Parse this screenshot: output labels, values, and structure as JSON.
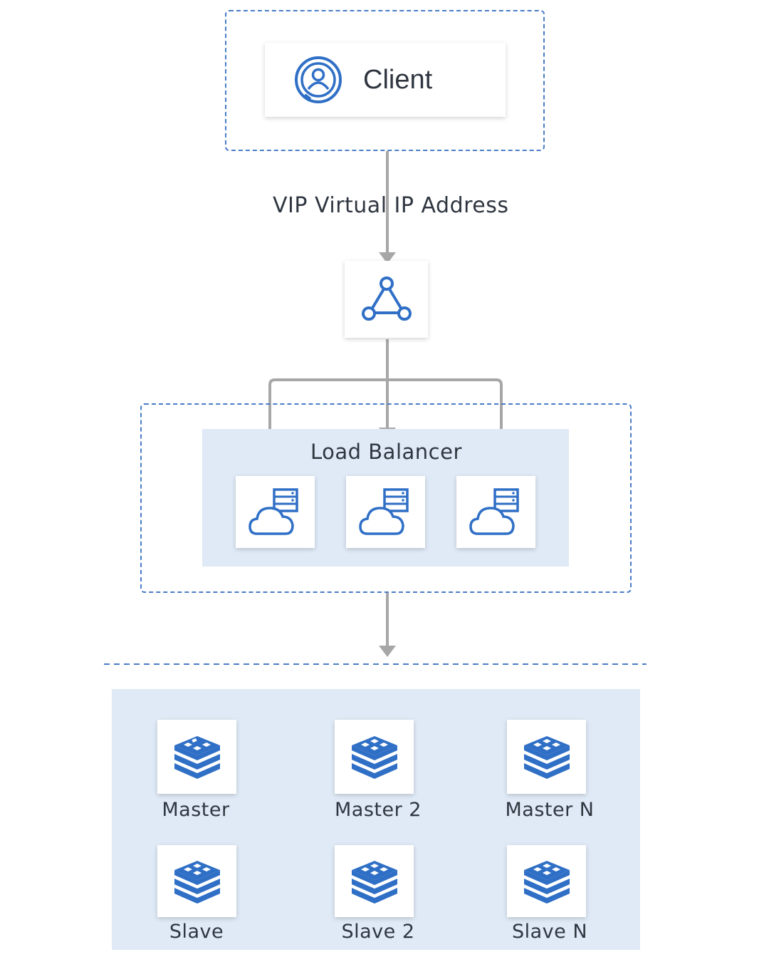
{
  "client": {
    "label": "Client",
    "icon": "user-icon"
  },
  "vip": {
    "label": "VIP Virtual IP Address",
    "icon": "network-triangle-icon"
  },
  "load_balancer": {
    "label": "Load Balancer",
    "servers": [
      {
        "icon": "cloud-server-icon"
      },
      {
        "icon": "cloud-server-icon"
      },
      {
        "icon": "cloud-server-icon"
      }
    ]
  },
  "cluster": {
    "masters": [
      {
        "label": "Master",
        "icon": "redis-stack-icon"
      },
      {
        "label": "Master 2",
        "icon": "redis-stack-icon"
      },
      {
        "label": "Master N",
        "icon": "redis-stack-icon"
      }
    ],
    "slaves": [
      {
        "label": "Slave",
        "icon": "redis-stack-icon"
      },
      {
        "label": "Slave 2",
        "icon": "redis-stack-icon"
      },
      {
        "label": "Slave N",
        "icon": "redis-stack-icon"
      }
    ]
  },
  "colors": {
    "accent": "#2f6fc6",
    "connector": "#a7a7a7",
    "panel": "#dfeaf6",
    "dash": "#4a7cc7"
  }
}
